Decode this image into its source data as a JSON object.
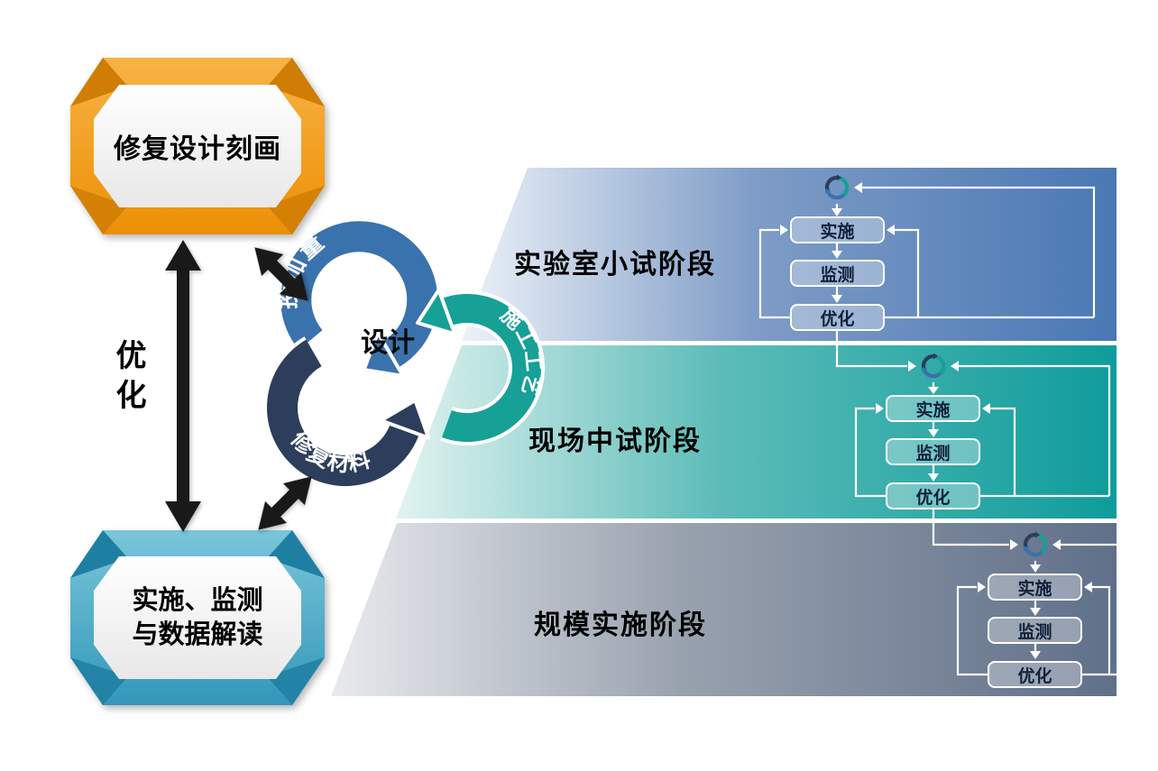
{
  "banners": {
    "top": {
      "label": "修复设计刻画",
      "color_light": "#f8b345",
      "color_dark": "#ec9005",
      "fold": "#cf7d04"
    },
    "bottom": {
      "line1": "实施、监测",
      "line2": "与数据解读",
      "color_light": "#7ac6da",
      "color_dark": "#3397ba",
      "fold": "#1f7fa2"
    }
  },
  "left_axis": {
    "label": "优化"
  },
  "cycle": {
    "center_label": "设计",
    "rings": [
      {
        "label": "投加量",
        "color": "#3a72ad"
      },
      {
        "label": "施工工艺",
        "color": "#17a096"
      },
      {
        "label": "修复材料",
        "color": "#2c3e5c"
      }
    ]
  },
  "stages": [
    {
      "title": "实验室小试阶段",
      "steps": [
        "实施",
        "监测",
        "优化"
      ],
      "gradient": [
        "#edf2f9",
        "#7e9cc6",
        "#4a78b4"
      ]
    },
    {
      "title": "现场中试阶段",
      "steps": [
        "实施",
        "监测",
        "优化"
      ],
      "gradient": [
        "#e2f3f1",
        "#5cbcb8",
        "#0f9c9c"
      ]
    },
    {
      "title": "规模实施阶段",
      "steps": [
        "实施",
        "监测",
        "优化"
      ],
      "gradient": [
        "#e8eaee",
        "#98a1ae",
        "#60708a"
      ]
    }
  ]
}
